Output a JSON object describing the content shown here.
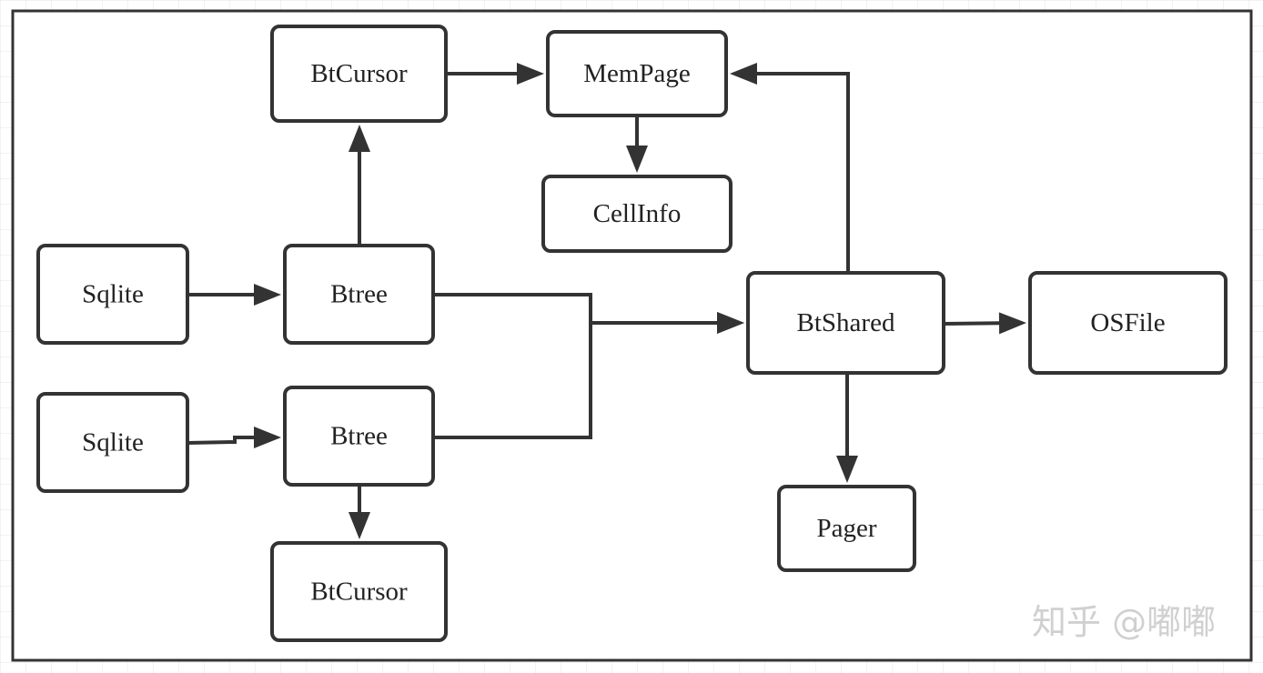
{
  "diagram": {
    "colors": {
      "stroke": "#333333",
      "node_fill": "#ffffff",
      "grid": "#e6e6e6",
      "text": "#222222",
      "watermark": "#c8c8c8"
    },
    "nodes": {
      "btcursor_top": "BtCursor",
      "mempage": "MemPage",
      "cellinfo": "CellInfo",
      "sqlite_1": "Sqlite",
      "btree_1": "Btree",
      "btshared": "BtShared",
      "osfile": "OSFile",
      "sqlite_2": "Sqlite",
      "btree_2": "Btree",
      "pager": "Pager",
      "btcursor_bottom": "BtCursor"
    },
    "edges": [
      {
        "from": "btree_1",
        "to": "btcursor_top"
      },
      {
        "from": "btcursor_top",
        "to": "mempage"
      },
      {
        "from": "mempage",
        "to": "cellinfo"
      },
      {
        "from": "btshared",
        "to": "mempage"
      },
      {
        "from": "sqlite_1",
        "to": "btree_1"
      },
      {
        "from": "sqlite_2",
        "to": "btree_2"
      },
      {
        "from": "btree_1",
        "to": "btshared"
      },
      {
        "from": "btree_2",
        "to": "btshared"
      },
      {
        "from": "btshared",
        "to": "osfile"
      },
      {
        "from": "btshared",
        "to": "pager"
      },
      {
        "from": "btree_2",
        "to": "btcursor_bottom"
      }
    ]
  },
  "watermark": {
    "text": "知乎 @嘟嘟"
  }
}
